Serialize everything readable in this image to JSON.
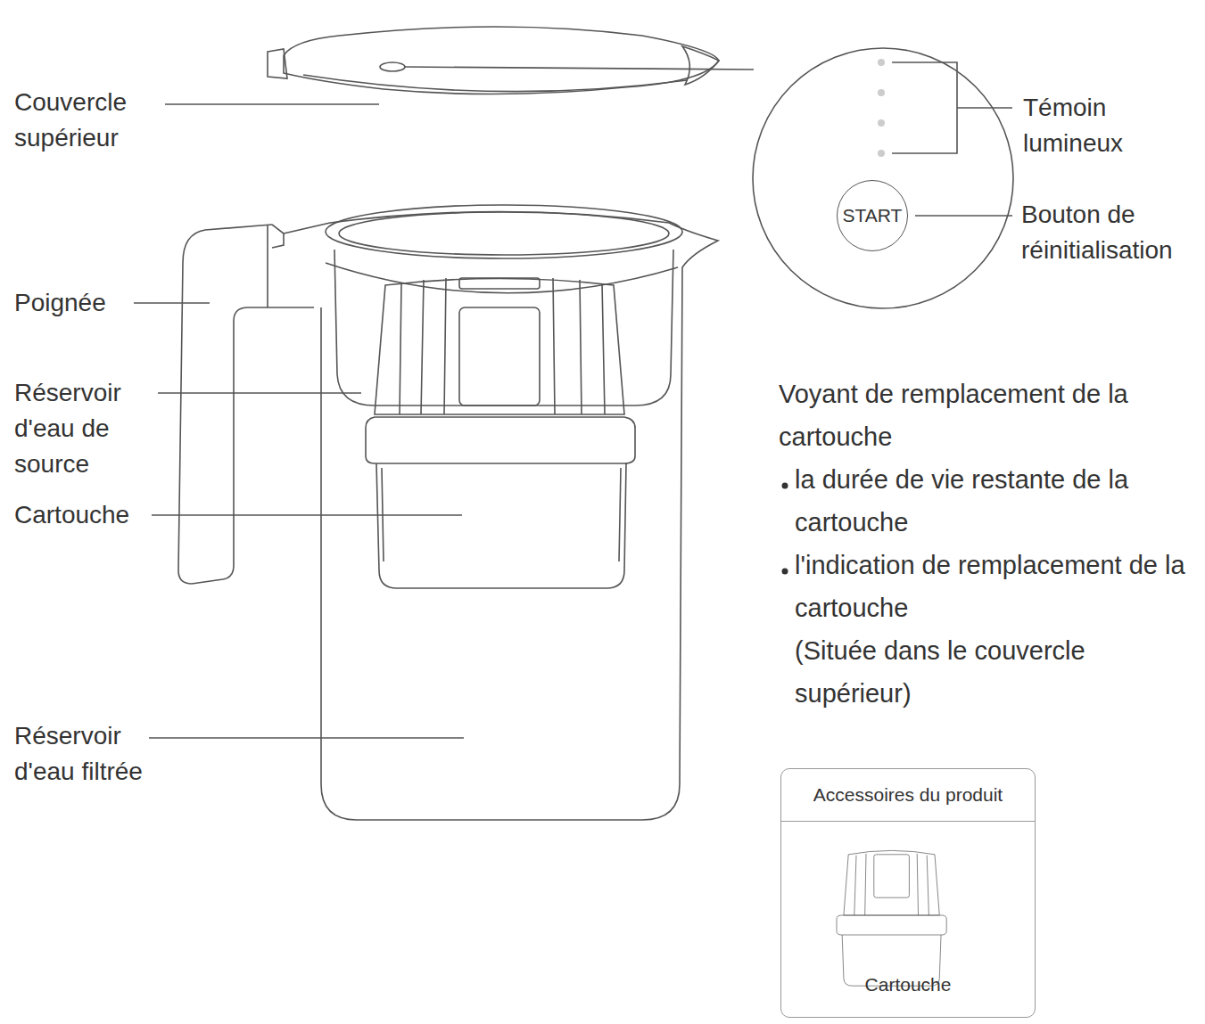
{
  "diagram": {
    "nodes": [
      {
        "text": [
          "START"
        ]
      },
      {
        "text": [
          "Accessoires du produit",
          "Cartouche"
        ]
      }
    ],
    "labels": [
      "Couvercle supérieur",
      "Poignée",
      "Réservoir d'eau de source",
      "Cartouche",
      "Réservoir d'eau filtrée",
      "Témoin lumineux",
      "Bouton de réinitialisation",
      "Voyant de remplacement de la cartouche",
      "la durée de vie restante de la cartouche",
      "l'indication de remplacement de la cartouche",
      "(Située dans le couvercle supérieur)"
    ]
  }
}
